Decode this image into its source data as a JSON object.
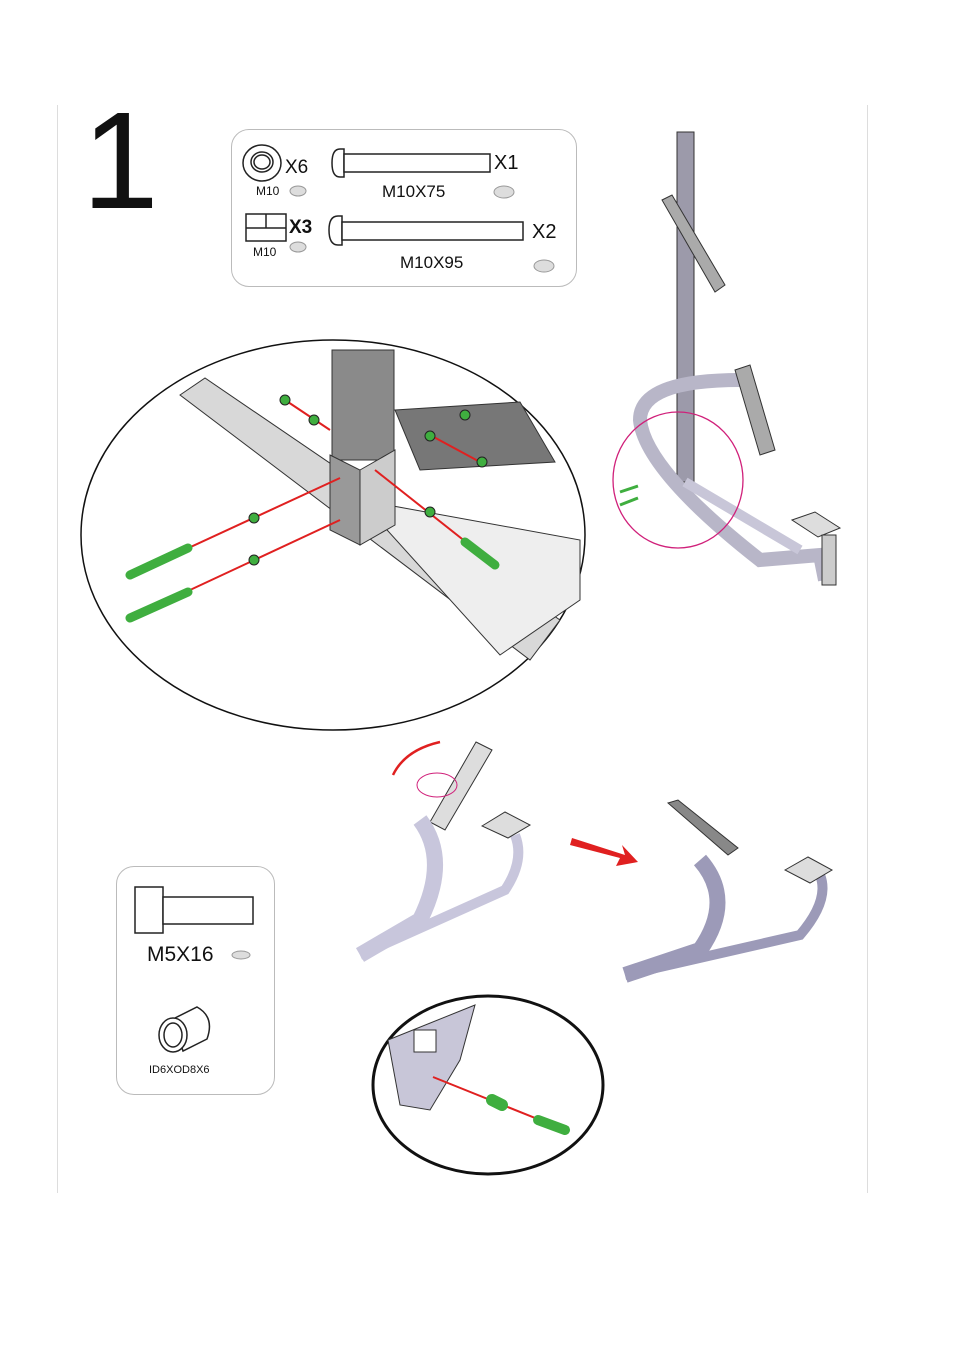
{
  "step_number": "1",
  "hardware_box_top": {
    "washer": {
      "size": "M10",
      "qty": "X6"
    },
    "nut": {
      "size": "M10",
      "qty": "X3"
    },
    "bolt_short": {
      "size": "M10X75",
      "qty": "X1"
    },
    "bolt_long": {
      "size": "M10X95",
      "qty": "X2"
    }
  },
  "hardware_box_bottom": {
    "screw": {
      "size": "M5X16"
    },
    "bushing": {
      "size": "ID6XOD8X6"
    }
  },
  "colors": {
    "bolt": "#3fae3f",
    "guide_line": "#e02020",
    "callout": "#d0207a",
    "frame": "#b8b6c8"
  }
}
